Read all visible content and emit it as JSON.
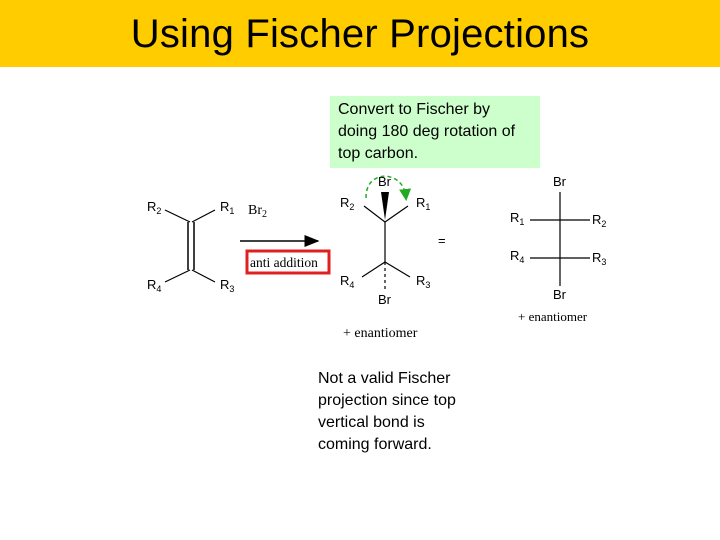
{
  "title": "Using Fischer Projections",
  "note_top": "Convert to Fischer by doing 180 deg rotation of top carbon.",
  "note_bottom": "Not a valid Fischer projection since top vertical bond is coming forward.",
  "reagent": {
    "text": "Br",
    "sub": "2"
  },
  "reaction_condition": "anti addition",
  "equals": "=",
  "enantiomer_label": "+ enantiomer",
  "alkene": {
    "r1": {
      "text": "R",
      "sub": "1"
    },
    "r2": {
      "text": "R",
      "sub": "2"
    },
    "r3": {
      "text": "R",
      "sub": "3"
    },
    "r4": {
      "text": "R",
      "sub": "4"
    }
  },
  "product": {
    "br_top": "Br",
    "br_bottom": "Br",
    "r1": {
      "text": "R",
      "sub": "1"
    },
    "r2": {
      "text": "R",
      "sub": "2"
    },
    "r3": {
      "text": "R",
      "sub": "3"
    },
    "r4": {
      "text": "R",
      "sub": "4"
    }
  },
  "fischer": {
    "br_top": "Br",
    "br_bottom": "Br",
    "r1": {
      "text": "R",
      "sub": "1"
    },
    "r2": {
      "text": "R",
      "sub": "2"
    },
    "r3": {
      "text": "R",
      "sub": "3"
    },
    "r4": {
      "text": "R",
      "sub": "4"
    }
  },
  "colors": {
    "title_bar": "#ffcc00",
    "note_box": "#ccffcc",
    "highlight_border": "#e02020",
    "rotation_arrow": "#22aa22"
  }
}
